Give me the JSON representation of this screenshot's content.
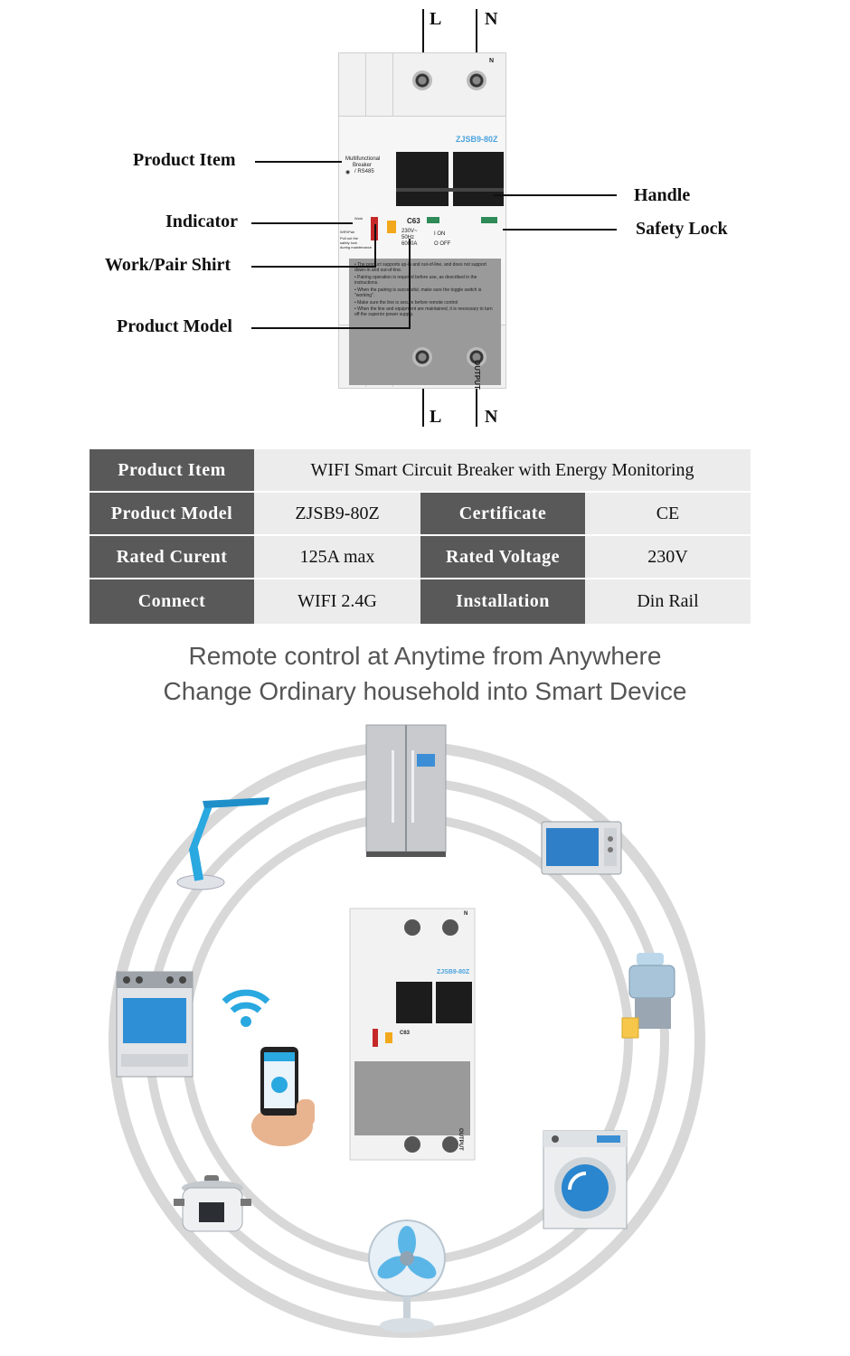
{
  "terminals": {
    "top_l": "L",
    "top_n": "N",
    "bottom_l": "L",
    "bottom_n": "N",
    "body_n": "N",
    "output": "OUTPUT"
  },
  "callouts": {
    "product_item": "Product Item",
    "indicator": "Indicator",
    "work_pair": "Work/Pair Shirt",
    "product_model": "Product Model",
    "handle": "Handle",
    "safety_lock": "Safety Lock"
  },
  "breaker": {
    "model": "ZJSB9-80Z",
    "rating": "C63",
    "name_line1": "Multifunctional",
    "name_line2": "Breaker",
    "protocol": "/ RS485",
    "specs": [
      "230V~",
      "50Hz",
      "6000A"
    ],
    "on_label": "I ON",
    "off_label": "O OFF",
    "side_labels": [
      "Work",
      "WiFi/Pair",
      "Pull out the",
      "safety lock",
      "during maintenance"
    ],
    "instructions": [
      "• The product supports up-in and out-of-line, and does not support down-in and out-of-line.",
      "• Pairing operation is required before use, as described in the instructions.",
      "• When the pairing is successful, make sure the toggle switch is \"working\".",
      "• Make sure the line is secure before remote control",
      "• When the line and equipment are maintained, it is necessary to turn off the superior power supply."
    ]
  },
  "table": {
    "row1": {
      "label": "Product Item",
      "value": "WIFI Smart Circuit Breaker with Energy Monitoring"
    },
    "row2": {
      "label1": "Product Model",
      "value1": "ZJSB9-80Z",
      "label2": "Certificate",
      "value2": "CE"
    },
    "row3": {
      "label1": "Rated Curent",
      "value1": "125A max",
      "label2": "Rated Voltage",
      "value2": "230V"
    },
    "row4": {
      "label1": "Connect",
      "value1": "WIFI 2.4G",
      "label2": "Installation",
      "value2": "Din Rail"
    }
  },
  "tagline": {
    "line1": "Remote control at Anytime from Anywhere",
    "line2": "Change Ordinary household into Smart Device"
  },
  "colors": {
    "table_dark": "#595959",
    "table_light": "#ececec",
    "model_blue": "#4aa3df",
    "accent_blue": "#2aa8e0",
    "ring_gray": "#d8d8d8"
  }
}
